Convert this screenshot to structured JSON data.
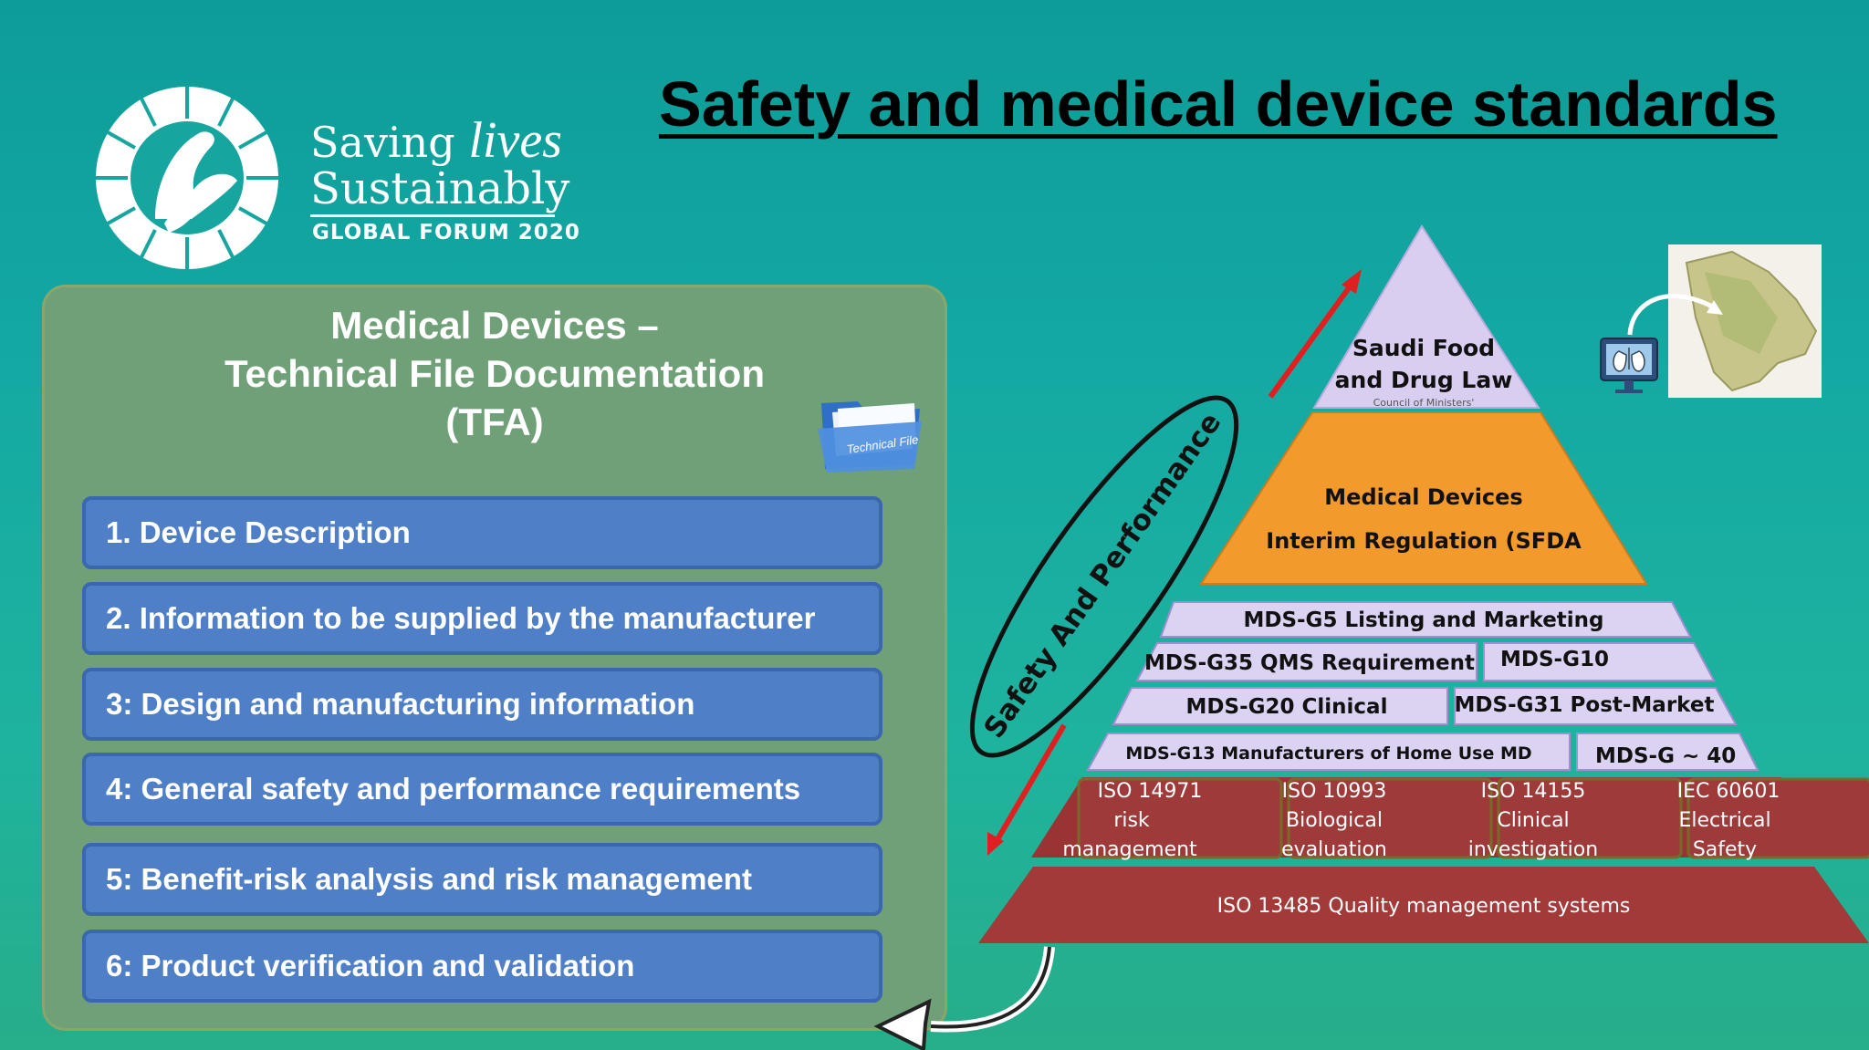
{
  "logo": {
    "line1_word": "Saving",
    "line1_script": "lives",
    "line2": "Sustainably",
    "line3": "GLOBAL FORUM 2020"
  },
  "title": "Safety and medical device standards",
  "panel": {
    "title_lines": [
      "Medical Devices –",
      "Technical File Documentation",
      "(TFA)"
    ],
    "folder_label": "Technical File",
    "items": [
      "1. Device Description",
      "2. Information to be supplied by the manufacturer",
      "3: Design and manufacturing information",
      "4: General safety and performance requirements",
      "5: Benefit-risk analysis and risk management",
      "6: Product verification and validation"
    ]
  },
  "pyramid": {
    "top": [
      "Saudi Food",
      "and Drug Law"
    ],
    "top_caption": "Council of Ministers'",
    "middle": [
      "Medical Devices",
      "Interim Regulation (SFDA"
    ],
    "g5": "MDS-G5    Listing and Marketing",
    "g35": "MDS-G35 QMS Requirement",
    "g10": "MDS-G10",
    "g20": "MDS-G20 Clinical",
    "g31": "MDS-G31 Post-Market",
    "g13": "MDS-G13 Manufacturers of Home Use MD",
    "g40": "MDS-G ~ 40",
    "iso_boxes": [
      [
        "ISO 14971",
        "risk",
        "management"
      ],
      [
        "ISO 10993",
        "Biological",
        "evaluation"
      ],
      [
        "ISO 14155",
        "Clinical",
        "investigation"
      ],
      [
        "IEC 60601",
        "Electrical",
        "Safety"
      ]
    ],
    "base": "ISO 13485 Quality management systems",
    "ellipse_label": "Safety And Performance"
  },
  "colors": {
    "accent_blue": "#4f7fc6",
    "lavender": "#dcd2f2",
    "orange": "#f39a2c",
    "maroon": "#9a3434"
  }
}
